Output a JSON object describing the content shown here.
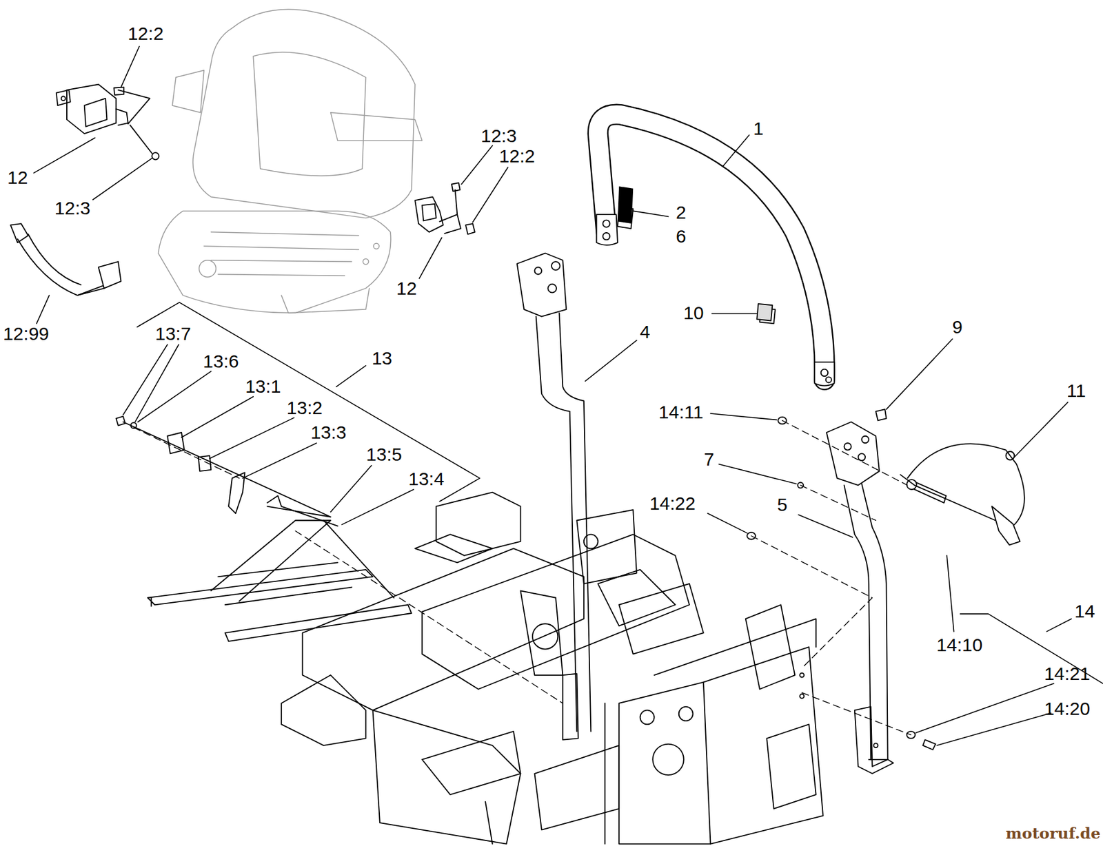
{
  "diagram": {
    "labels": [
      "12:2",
      "12",
      "12:3",
      "12:99",
      "12:3",
      "12:2",
      "12",
      "1",
      "2",
      "6",
      "10",
      "4",
      "9",
      "11",
      "13:7",
      "13:6",
      "13",
      "13:1",
      "13:2",
      "13:3",
      "13:5",
      "13:4",
      "14:11",
      "7",
      "14:22",
      "5",
      "14",
      "14:10",
      "14:21",
      "14:20",
      "motoruf.de"
    ]
  }
}
